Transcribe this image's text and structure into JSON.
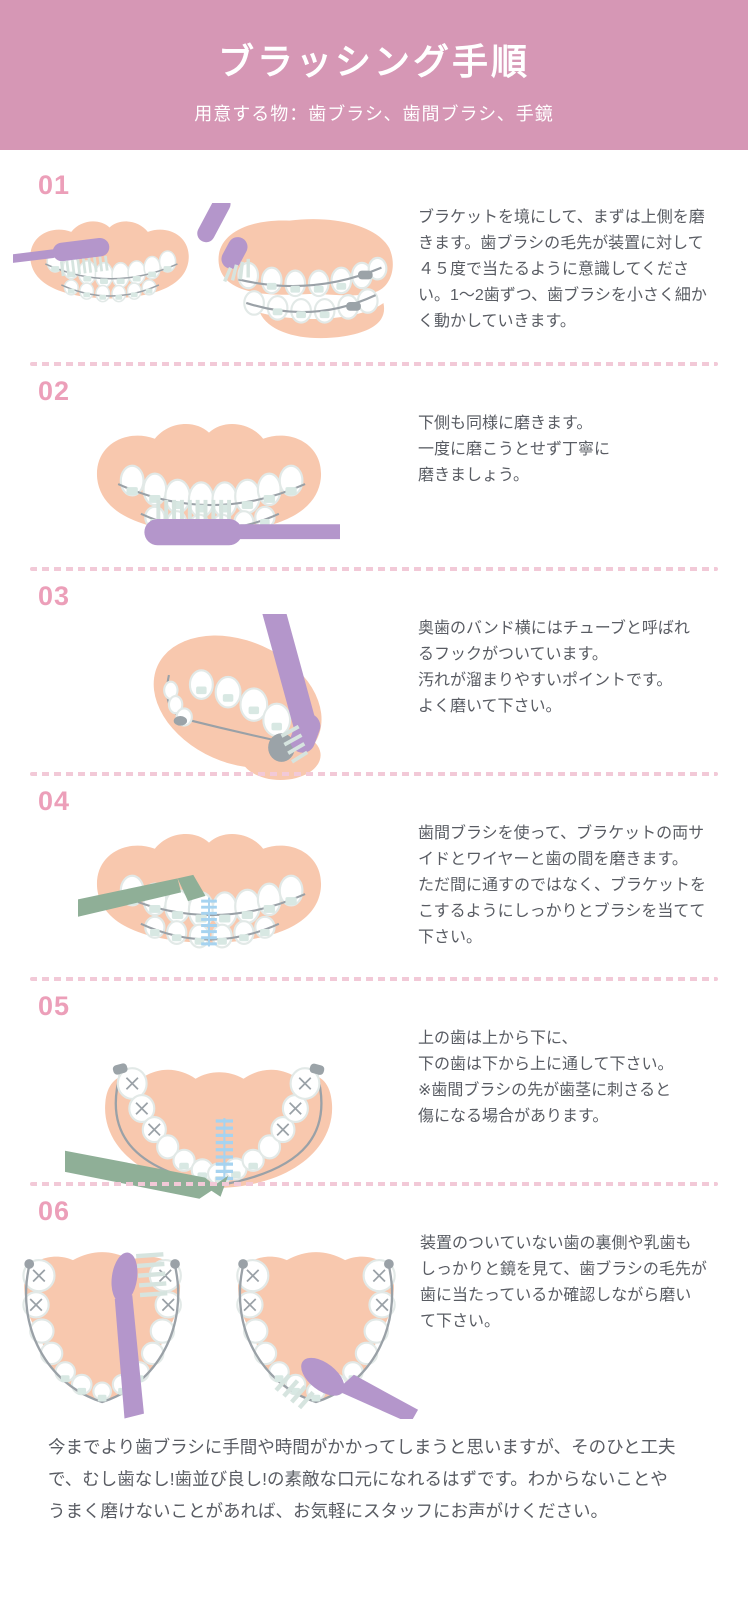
{
  "header": {
    "title": "ブラッシング手順",
    "subtitle": "用意する物：歯ブラシ、歯間ブラシ、手鏡"
  },
  "steps": [
    {
      "number": "01",
      "illustration": "upper-teeth-front-and-side-view-with-toothbrush",
      "text": "ブラケットを境にして、まずは上側を磨\nきます。歯ブラシの毛先が装置に対して\n４５度で当たるように意識してくださ\nい。1〜2歯ずつ、歯ブラシを小さく細か\nく動かしていきます。"
    },
    {
      "number": "02",
      "illustration": "lower-teeth-front-view-with-toothbrush",
      "text": "下側も同様に磨きます。\n一度に磨こうとせず丁寧に\n磨きましょう。"
    },
    {
      "number": "03",
      "illustration": "molar-band-tube-side-view-with-toothbrush",
      "text": "奥歯のバンド横にはチューブと呼ばれ\nるフックがついています。\n汚れが溜まりやすいポイントです。\nよく磨いて下さい。"
    },
    {
      "number": "04",
      "illustration": "interdental-brush-on-bracket-front-view",
      "text": "歯間ブラシを使って、ブラケットの両サ\nイドとワイヤーと歯の間を磨きます。\nただ間に通すのではなく、ブラケットを\nこするようにしっかりとブラシを当てて\n下さい。"
    },
    {
      "number": "05",
      "illustration": "interdental-brush-lower-arch-top-view",
      "text": "上の歯は上から下に、\n下の歯は下から上に通して下さい。\n※歯間ブラシの先が歯茎に刺さると\n傷になる場合があります。"
    },
    {
      "number": "06",
      "illustration": "occlusal-views-brushing-inner-surfaces",
      "text": "装置のついていない歯の裏側や乳歯も\nしっかりと鏡を見て、歯ブラシの毛先が\n歯に当たっているか確認しながら磨い\nて下さい。"
    }
  ],
  "footer": {
    "text": "今までより歯ブラシに手間や時間がかかってしまうと思いますが、そのひと工夫\nで、むし歯なし!歯並び良し!の素敵な口元になれるはずです。わからないことや\nうまく磨けないことがあれば、お気軽にスタッフにお声がけください。"
  },
  "colors": {
    "header_bg": "#d697b5",
    "step_number": "#ec9fb9",
    "dashed_divider": "#f2c9d7",
    "body_text": "#595c63",
    "gum": "#f8c8ae",
    "tooth_outline": "#e2e9e7",
    "bracket": "#d8e8e3",
    "wire": "#9aa1a7",
    "toothbrush_purple": "#b496cb",
    "toothbrush_bristle": "#d6e4df",
    "interdental_green": "#8faf97",
    "interdental_bristle": "#a6d3f0",
    "band_gray": "#9ba3a8"
  }
}
